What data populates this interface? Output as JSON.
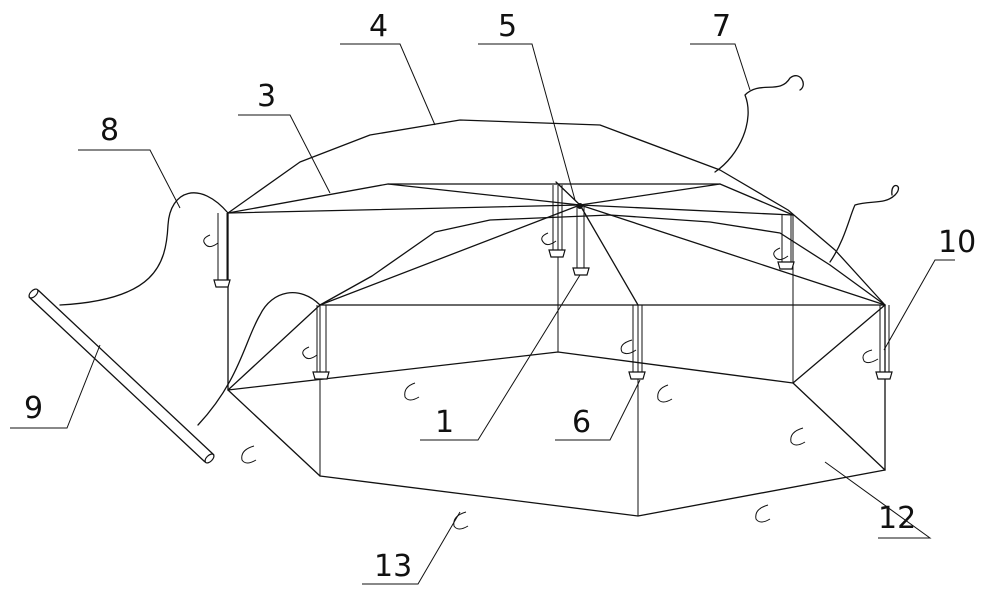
{
  "labels": {
    "l1": "1",
    "l3": "3",
    "l4": "4",
    "l5": "5",
    "l6": "6",
    "l7": "7",
    "l8": "8",
    "l9": "9",
    "l10": "10",
    "l12": "12",
    "l13": "13"
  }
}
